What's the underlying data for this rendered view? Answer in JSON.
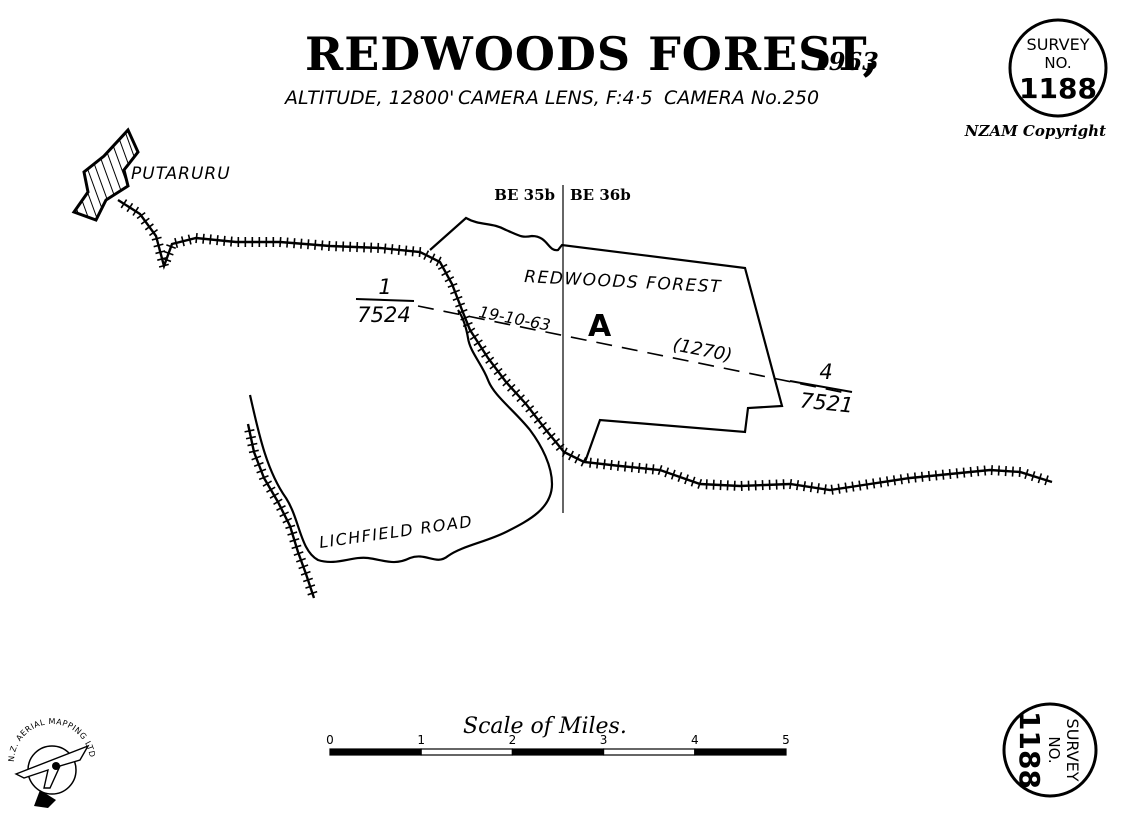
{
  "header": {
    "title": "REDWOODS FOREST,",
    "year": "1963",
    "subtitle_altitude": "ALTITUDE, 12800'",
    "subtitle_lens": "CAMERA LENS, F:4·5",
    "subtitle_camera": "CAMERA No.250"
  },
  "survey_badge": {
    "line1": "SURVEY",
    "line2": "NO.",
    "number": "1188",
    "copyright": "NZAM Copyright"
  },
  "map": {
    "town": "PUTARURU",
    "sheet_left": "BE 35b",
    "sheet_right": "BE 36b",
    "area_name": "REDWOODS FOREST",
    "block_letter": "A",
    "date": "19-10-63",
    "scale_ref": "(1270)",
    "start_run_num": "1",
    "start_run_den": "7524",
    "end_run_num": "4",
    "end_run_den": "7521",
    "road_name": "LICHFIELD ROAD"
  },
  "scale": {
    "title": "Scale of Miles.",
    "ticks": [
      "0",
      "1",
      "2",
      "3",
      "4",
      "5"
    ]
  },
  "logo": {
    "text": "N.Z. AERIAL MAPPING LTD"
  },
  "colors": {
    "ink": "#000000",
    "paper": "#ffffff"
  }
}
